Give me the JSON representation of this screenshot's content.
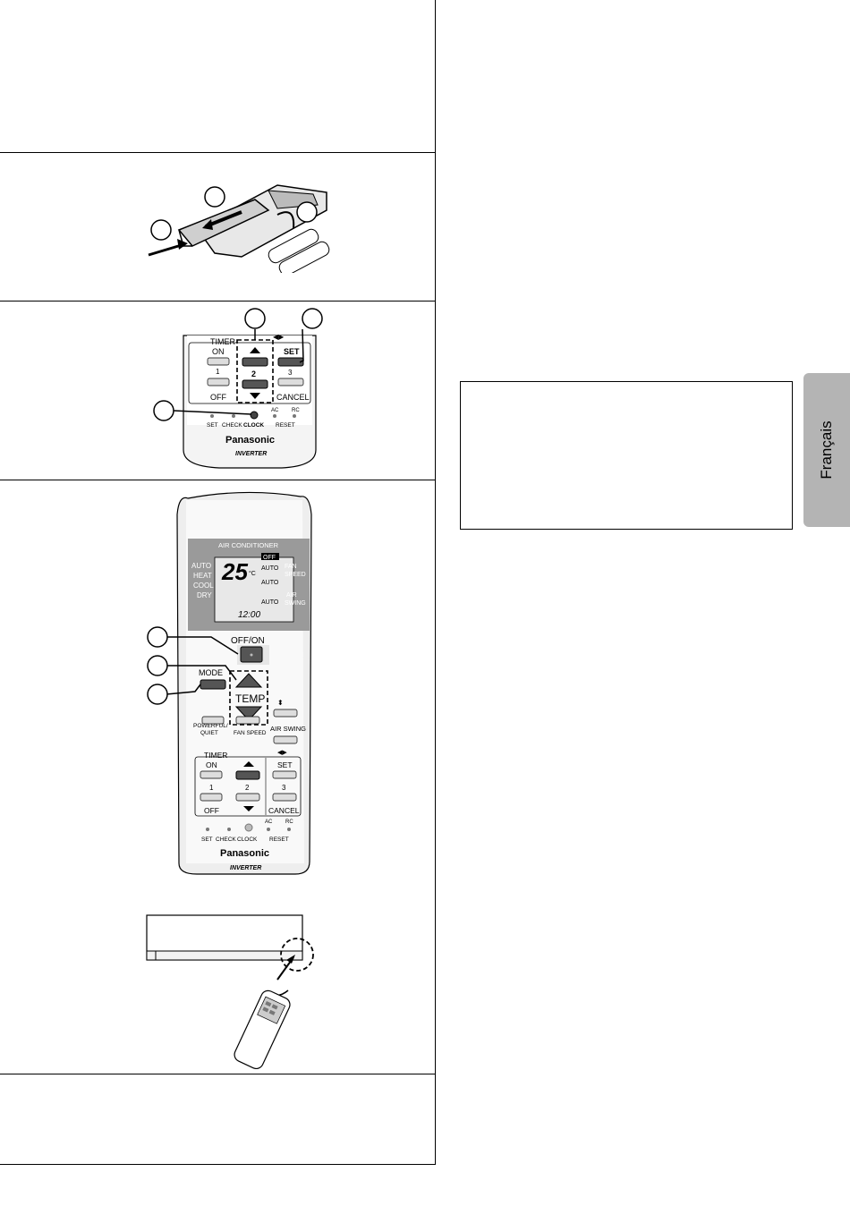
{
  "side_tab": {
    "language": "Français"
  },
  "remote_small": {
    "timer_label": "TIMER",
    "on_label": "ON",
    "one_label": "1",
    "off_label": "OFF",
    "two_label": "2",
    "set_label": "SET",
    "three_label": "3",
    "cancel_label": "CANCEL",
    "ac_label": "AC",
    "rc_label": "RC",
    "set_small": "SET",
    "check_label": "CHECK",
    "clock_label": "CLOCK",
    "reset_label": "RESET",
    "brand": "Panasonic",
    "inverter": "INVERTER"
  },
  "remote_full": {
    "display_title": "AIR CONDITIONER",
    "mode_auto": "AUTO",
    "mode_heat": "HEAT",
    "mode_cool": "COOL",
    "mode_dry": "DRY",
    "temperature": "25",
    "unit": "°C",
    "off_badge": "OFF",
    "fan_auto": "AUTO",
    "fan_speed": "FAN",
    "fan_speed2": "SPEED",
    "swing_auto_1": "AUTO",
    "swing_auto_2": "AUTO",
    "air_swing": "AIR",
    "air_swing2": "SWING",
    "clock_display": "12:00",
    "offon_label": "OFF/ON",
    "mode_label": "MODE",
    "temp_label": "TEMP",
    "powerful_label": "POWERFUL/",
    "quiet_label": "QUIET",
    "fanspeed_btn": "FAN SPEED",
    "airswing_btn": "AIR SWING",
    "timer_label": "TIMER",
    "on_label": "ON",
    "set_label": "SET",
    "one_label": "1",
    "two_label": "2",
    "three_label": "3",
    "off_label": "OFF",
    "cancel_label": "CANCEL",
    "ac_label": "AC",
    "rc_label": "RC",
    "set_small": "SET",
    "check_label": "CHECK",
    "clock_label": "CLOCK",
    "reset_label": "RESET",
    "brand": "Panasonic",
    "inverter": "INVERTER"
  }
}
